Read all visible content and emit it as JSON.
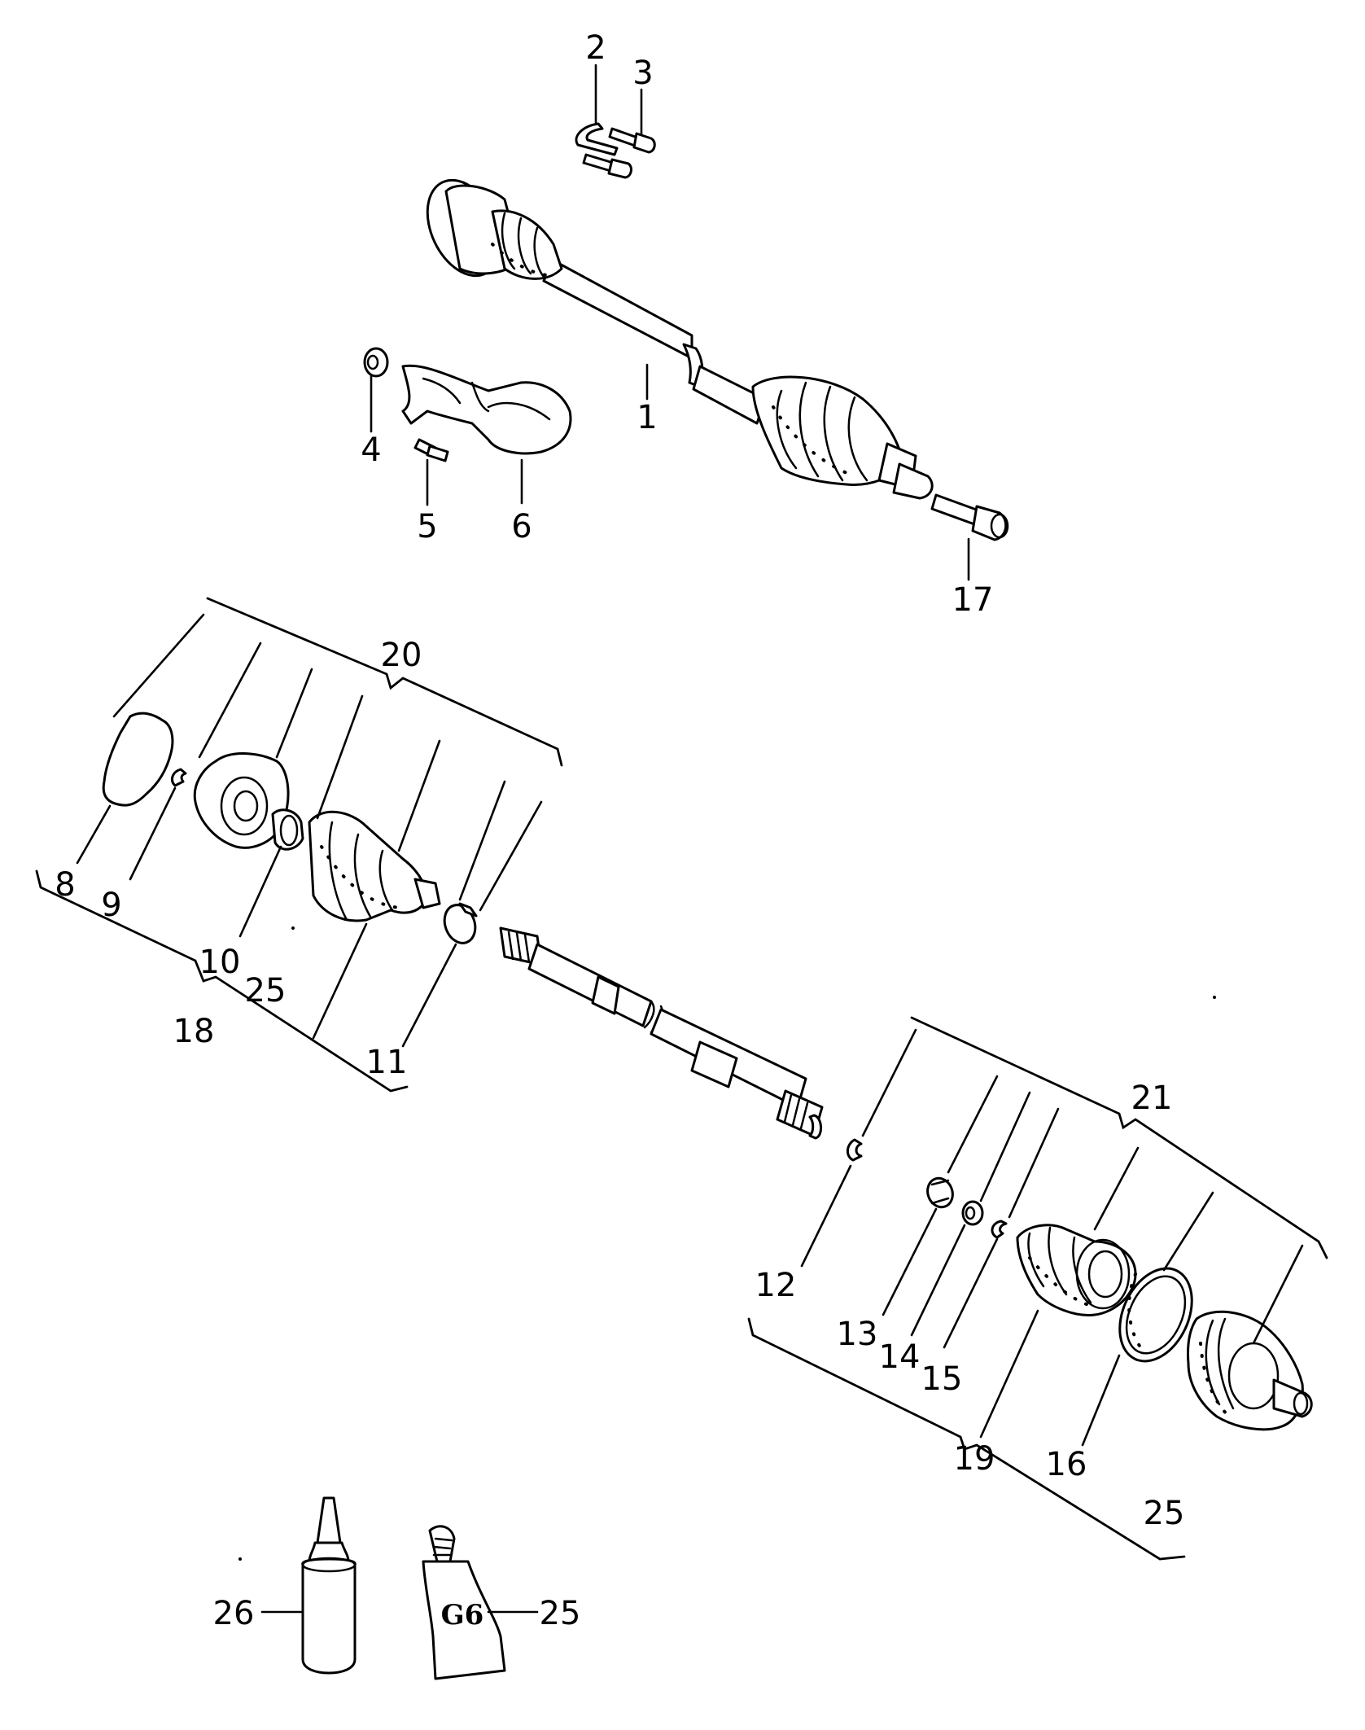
{
  "callouts": {
    "c1": "1",
    "c2": "2",
    "c3": "3",
    "c4": "4",
    "c5": "5",
    "c6": "6",
    "c17": "17",
    "c20": "20",
    "c8": "8",
    "c9": "9",
    "c10": "10",
    "c25a": "25",
    "c18": "18",
    "c11": "11",
    "c21": "21",
    "c12": "12",
    "c13": "13",
    "c14": "14",
    "c15": "15",
    "c19": "19",
    "c16": "16",
    "c25b": "25",
    "c26": "26",
    "c25c": "25"
  },
  "tube_label": "G6"
}
